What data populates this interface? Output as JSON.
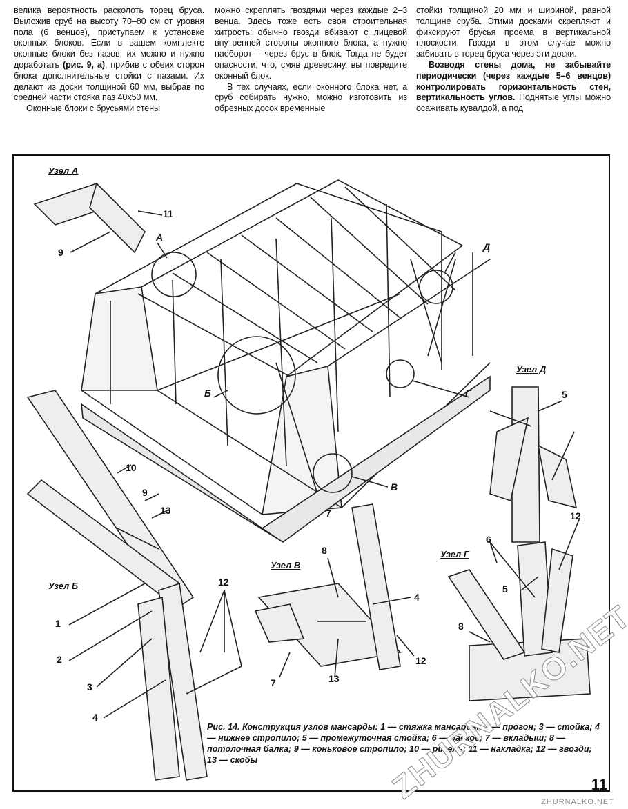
{
  "columns": {
    "col1": {
      "p1": "велика вероятность расколоть торец бруса. Выложив сруб на высоту 70–80 см от уровня пола (6 венцов), приступаем к установке оконных блоков. Если в вашем комплекте оконные блоки без пазов, их можно и нужно доработать",
      "p1_ref": "(рис. 9, а)",
      "p1_tail": ", прибив с обеих сторон блока дополнительные стойки с пазами. Их делают из доски толщиной 60 мм, выбрав по средней части стояка паз 40x50 мм.",
      "p2": "Оконные блоки с брусьями стены"
    },
    "col2": {
      "p1": "можно скреплять гвоздями через каждые 2–3 венца. Здесь тоже есть своя строительная хитрость: обычно гвозди вбивают с лицевой внутренней стороны оконного блока, а нужно наоборот – через брус в блок. Тогда не будет опасности, что, смяв древесину, вы повредите оконный блок.",
      "p2": "В тех случаях, если оконного блока нет, а сруб собирать нужно, можно изготовить из обрезных досок временные"
    },
    "col3": {
      "p1": "стойки толщиной 20 мм и шириной, равной толщине сруба. Этими досками скрепляют и фиксируют брусья проема в вертикальной плоскости. Гвозди в этом случае можно забивать в торец бруса через эти доски.",
      "p2_bold": "Возводя стены дома, не забывайте периодически (через каждые 5–6 венцов) контролировать горизонтальность стен, вертикальность углов.",
      "p2_tail": " Поднятые углы можно осаживать кувалдой, а под"
    }
  },
  "figure": {
    "node_labels": {
      "a": "Узел А",
      "b": "Узел Б",
      "v": "Узел В",
      "g": "Узел Г",
      "d": "Узел Д"
    },
    "callouts": {
      "A": "А",
      "B": "Б",
      "V": "В",
      "G": "Г",
      "D": "Д"
    },
    "numbers": {
      "n1": "1",
      "n2": "2",
      "n3": "3",
      "n4a": "4",
      "n4b": "4",
      "n5a": "5",
      "n5b": "5",
      "n6": "6",
      "n7a": "7",
      "n7b": "7",
      "n8a": "8",
      "n8b": "8",
      "n9a": "9",
      "n9b": "9",
      "n10": "10",
      "n11": "11",
      "n12a": "12",
      "n12b": "12",
      "n12c": "12",
      "n13a": "13",
      "n13b": "13"
    },
    "caption": "Рис. 14. Конструкция узлов мансарды: 1 — стяжка мансарды; 2 — прогон; 3 — стойка; 4 — нижнее стропило; 5 — промежуточная стойка; 6 — раскос; 7 — вкладыш; 8 — потолочная балка; 9 — коньковое стропило; 10 — ригель; 11 — накладка; 12 — гвозди; 13 — скобы"
  },
  "page_number": "11",
  "watermark": "ZHURNALKO.NET",
  "site_footer": "ZHURNALKO.NET"
}
